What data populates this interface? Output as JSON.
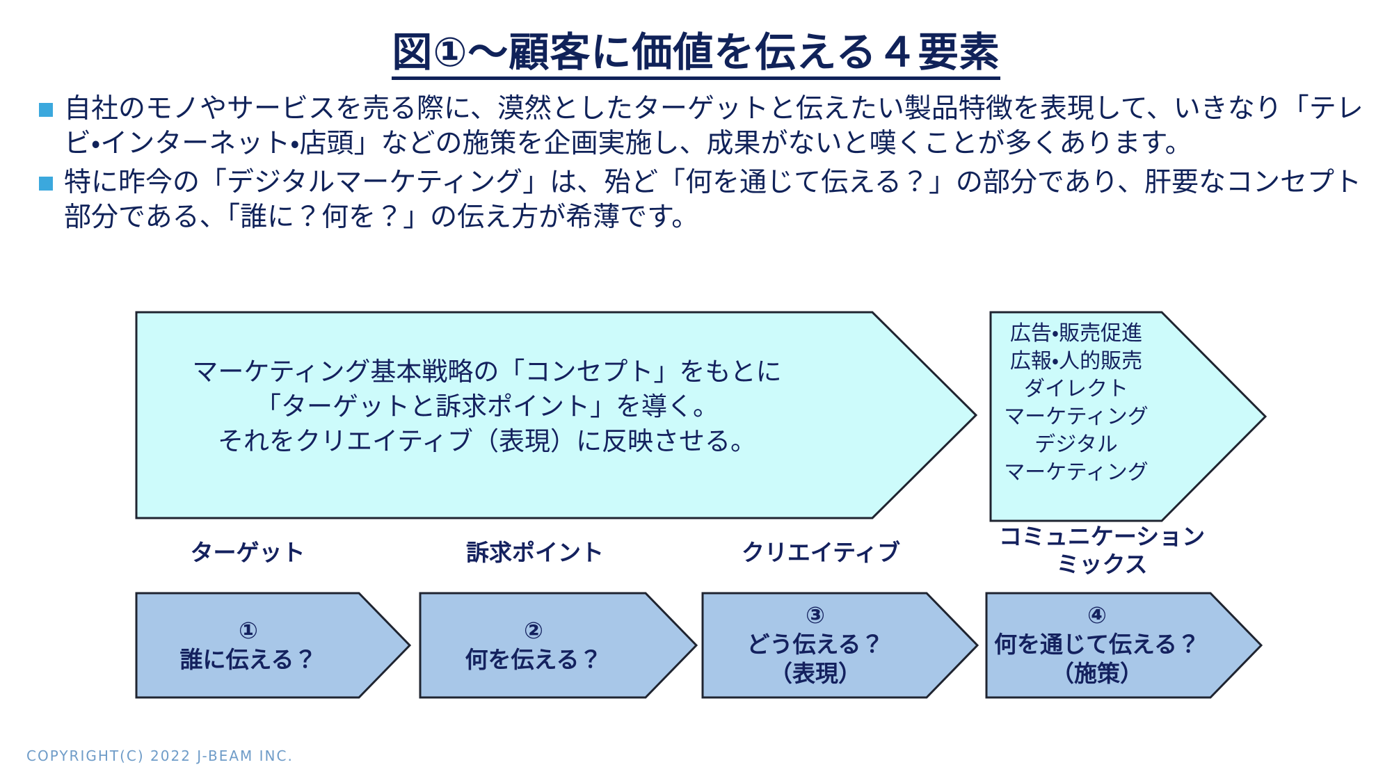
{
  "title": {
    "text": "図①〜顧客に価値を伝える４要素",
    "color": "#102259",
    "underline": true
  },
  "bullets": [
    {
      "marker": "square-bullet",
      "marker_color": "#3ba8dd",
      "text": "自社のモノやサービスを売る際に、漠然としたターゲットと伝えたい製品特徴を表現して、いきなり「テレビ・インターネット・店頭」などの施策を企画実施し、成果がないと嘆くことが多くあります。"
    },
    {
      "marker": "square-bullet",
      "marker_color": "#3ba8dd",
      "text": "特に昨今の「デジタルマーケティング」は、殆ど「何を通じて伝える？」の部分であり、肝要なコンセプト部分である、「誰に？何を？」の伝え方が希薄です。"
    }
  ],
  "diagram": {
    "concept_arrow": {
      "fill": "#cdfbfb",
      "stroke": "#1f2430",
      "lines": [
        "マーケティング基本戦略の「コンセプト」をもとに",
        "「ターゲットと訴求ポイント」を導く。",
        "それをクリエイティブ（表現）に反映させる。"
      ]
    },
    "comm_arrow": {
      "fill": "#cdfbfb",
      "stroke": "#1f2430",
      "lines": [
        "広告・販売促進",
        "広報・人的販売",
        "ダイレクト",
        "マーケティング",
        "デジタル",
        "マーケティング"
      ]
    },
    "step_labels": [
      {
        "text": "ターゲット"
      },
      {
        "text": "訴求ポイント"
      },
      {
        "text": "クリエイティブ"
      },
      {
        "text": "コミュニケーション\nミックス",
        "line1": "コミュニケーション",
        "line2": "ミックス"
      }
    ],
    "chevrons": [
      {
        "number": "①",
        "lines": [
          "誰に伝える？"
        ],
        "fill": "#a8c7e8",
        "stroke": "#1f2430"
      },
      {
        "number": "②",
        "lines": [
          "何を伝える？"
        ],
        "fill": "#a8c7e8",
        "stroke": "#1f2430"
      },
      {
        "number": "③",
        "lines": [
          "どう伝える？",
          "（表現）"
        ],
        "fill": "#a8c7e8",
        "stroke": "#1f2430"
      },
      {
        "number": "④",
        "lines": [
          "何を通じて伝える？",
          "（施策）"
        ],
        "fill": "#a8c7e8",
        "stroke": "#1f2430"
      }
    ]
  },
  "footer": {
    "text": "COPYRIGHT(C) 2022  J-BEAM  INC.",
    "color": "#6f9cc8"
  }
}
